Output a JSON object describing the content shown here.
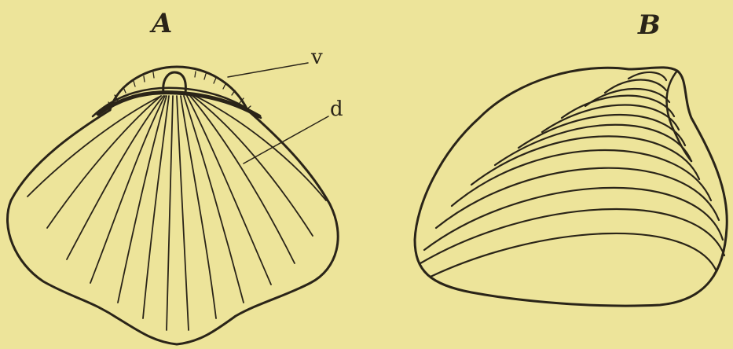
{
  "figure": {
    "panel_a": {
      "letter": "A",
      "labels": {
        "v": "v",
        "d": "d"
      }
    },
    "panel_b": {
      "letter": "B"
    },
    "ink_color": "#2a2418",
    "paper_color": "#ede49a"
  }
}
